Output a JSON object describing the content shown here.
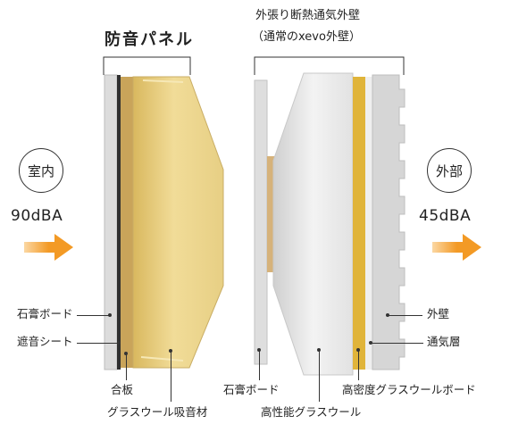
{
  "titles": {
    "left": "防音パネル",
    "right_line1": "外張り断熱通気外壁",
    "right_line2": "（通常のxevo外壁）"
  },
  "sides": {
    "inside": {
      "label": "室内",
      "db": "90dBA"
    },
    "outside": {
      "label": "外部",
      "db": "45dBA"
    }
  },
  "labels": {
    "gypsum_left": "石膏ボード",
    "sound_sheet": "遮音シート",
    "plywood": "合板",
    "glasswool_absorber": "グラスウール吸音材",
    "gypsum_right": "石膏ボード",
    "hp_glasswool": "高性能グラスウール",
    "hd_glasswool_board": "高密度グラスウールボード",
    "exterior_wall": "外壁",
    "air_layer": "通気層"
  },
  "colors": {
    "arrow": "#f39a25",
    "wool": "#e9d48a",
    "board": "#d9d9d9"
  }
}
